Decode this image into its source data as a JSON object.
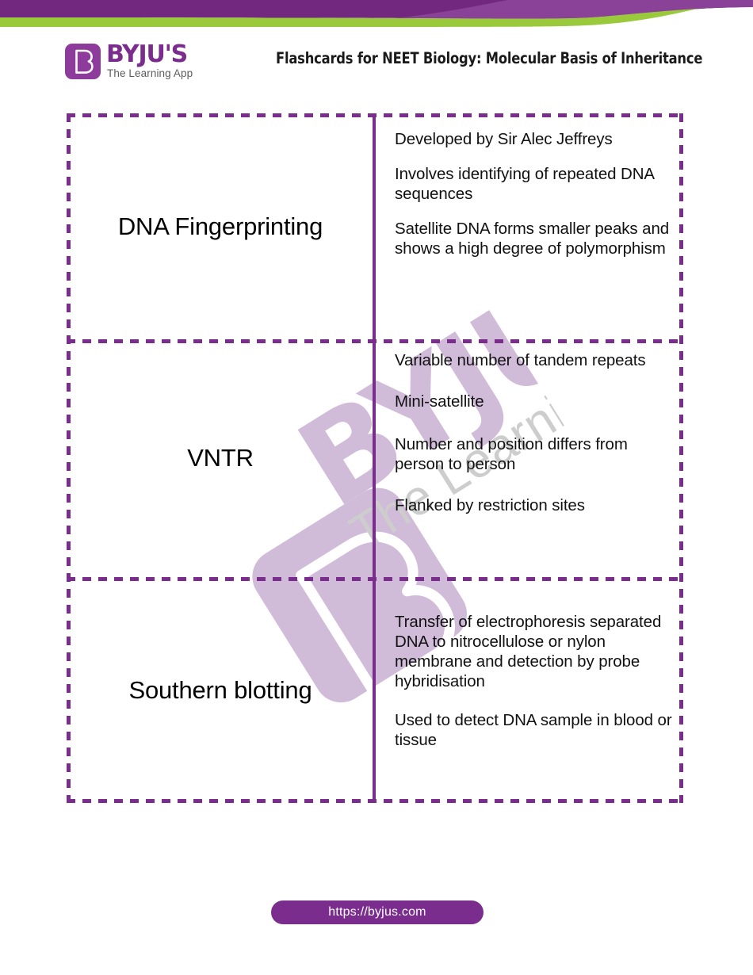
{
  "header": {
    "band_purple_color": "#72287E",
    "band_purple_light_color": "#8A4198",
    "band_green_color": "#9ACA3C",
    "logo": {
      "mark_icon": "byjus-b-logo-icon",
      "wordmark": "BYJU'S",
      "tagline": "The Learning App",
      "mark_color": "#8E3C9B",
      "word_color": "#7B2D8E",
      "tagline_color": "#5C5C5C"
    },
    "title": "Flashcards for NEET Biology: Molecular Basis of Inheritance"
  },
  "watermark": {
    "wordmark": "BYJU'S",
    "tagline": "The Learning App",
    "mark_icon": "byjus-b-logo-watermark-icon",
    "color": "#CDB6D6",
    "tagline_color": "#C9C9C9"
  },
  "flashcards": {
    "border_color": "#7B2D8E",
    "rows": [
      {
        "term": "DNA Fingerprinting",
        "definitions": [
          "Developed by Sir Alec Jeffreys",
          "Involves identifying of repeated DNA sequences",
          "Satellite DNA forms smaller peaks and shows a high degree of polymorphism"
        ]
      },
      {
        "term": "VNTR",
        "definitions": [
          "Variable number of tandem repeats",
          "Mini-satellite",
          "Number and position differs from person to person",
          "Flanked by restriction sites"
        ]
      },
      {
        "term": "Southern blotting",
        "definitions": [
          "Transfer of electrophoresis separated DNA to nitrocellulose or nylon membrane and detection by probe hybridisation",
          "Used to detect DNA sample in blood or tissue"
        ]
      }
    ]
  },
  "footer": {
    "url": "https://byjus.com",
    "pill_color": "#7B2D8E",
    "text_color": "#FFFFFF"
  }
}
